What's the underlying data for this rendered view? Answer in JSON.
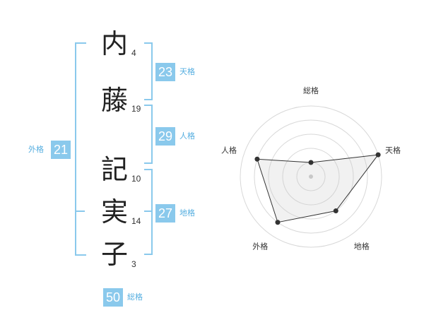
{
  "name_chars": [
    {
      "char": "内",
      "strokes": "4"
    },
    {
      "char": "藤",
      "strokes": "19"
    },
    {
      "char": "記",
      "strokes": "10"
    },
    {
      "char": "実",
      "strokes": "14"
    },
    {
      "char": "子",
      "strokes": "3"
    }
  ],
  "fortunes": {
    "tenkaku": {
      "value": "23",
      "label": "天格"
    },
    "jinkaku": {
      "value": "29",
      "label": "人格"
    },
    "chikaku": {
      "value": "27",
      "label": "地格"
    },
    "gaikaku": {
      "value": "21",
      "label": "外格"
    },
    "soukaku": {
      "value": "50",
      "label": "総格"
    }
  },
  "colors": {
    "accent": "#8ac9ec",
    "label_text": "#55aee0"
  },
  "chart_data": {
    "type": "radar",
    "axes": [
      "総格",
      "天格",
      "地格",
      "外格",
      "人格"
    ],
    "values": [
      1,
      5,
      3,
      4,
      4
    ],
    "range": [
      0,
      5
    ],
    "rings": 5
  }
}
